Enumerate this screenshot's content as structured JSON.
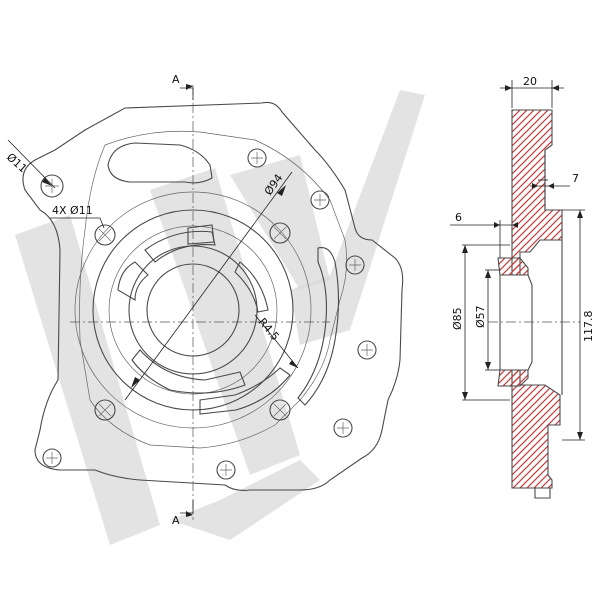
{
  "watermark": {
    "letters": "W",
    "color": "#d9d9d9"
  },
  "front_view": {
    "section_marker": "A",
    "labels": {
      "hole_dia": "Ø11",
      "hole_pattern": "4X Ø11",
      "circle_dia": "Ø94",
      "radius": "R4.5"
    }
  },
  "section_view": {
    "labels": {
      "thickness": "20",
      "step_depth": "7",
      "lip": "6",
      "bore_outer": "Ø85",
      "bore_inner": "Ø57",
      "overall_height": "117.8"
    },
    "hatch_color": "#c23b3b"
  }
}
